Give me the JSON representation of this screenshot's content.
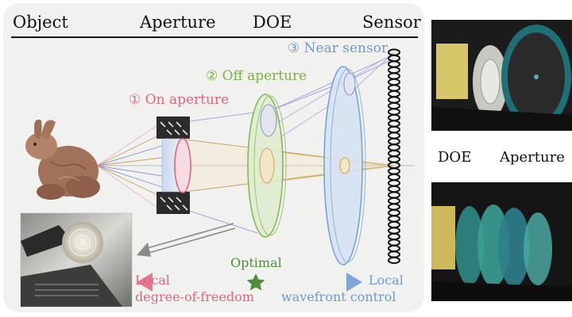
{
  "header": {
    "object": "Object",
    "aperture": "Aperture",
    "doe": "DOE",
    "sensor": "Sensor"
  },
  "placements": {
    "on_aperture": "① On aperture",
    "off_aperture": "② Off aperture",
    "near_sensor": "③ Near sensor"
  },
  "spectrum": {
    "optimal": "Optimal",
    "left_line1": "Local",
    "left_line2": "degree-of-freedom",
    "right_line1": "Local",
    "right_line2": "wavefront control"
  },
  "photos": {
    "doe_label": "DOE",
    "aperture_label": "Aperture"
  },
  "colors": {
    "on_aperture": "#e0647f",
    "off_aperture": "#7db04a",
    "near_sensor": "#6c9bd2",
    "optimal": "#4f8f3a",
    "arrow_left": "#e58aa0",
    "arrow_right": "#7ea6d9"
  },
  "icons": [
    "bunny-icon",
    "star-icon",
    "double-arrow-icon",
    "sensor-coil-icon"
  ]
}
